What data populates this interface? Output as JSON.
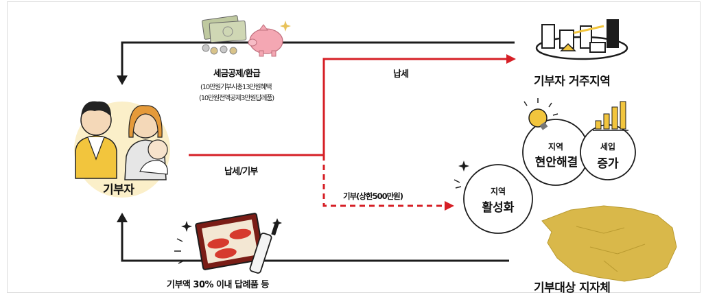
{
  "donor": {
    "label": "기부자"
  },
  "tax_benefit": {
    "title": "세금공제/환급",
    "line1": "(10만원기부시총13만원혜택",
    "line2": "(10만원전액공제3만원답례품)"
  },
  "residence": {
    "label": "기부자 거주지역",
    "arrow_label": "납세"
  },
  "flow": {
    "tax_and_donate": "납세/기부",
    "donate_limit": "기부(상한500만원)"
  },
  "target": {
    "label": "기부대상 지자체"
  },
  "gift": {
    "label": "기부액 30% 이내 답례품 등"
  },
  "effects": {
    "revitalize": {
      "small": "지역",
      "big": "활성화"
    },
    "solve": {
      "small": "지역",
      "big": "현안해결"
    },
    "tax_increase": {
      "small": "세입",
      "big": "증가"
    }
  },
  "colors": {
    "red": "#d61f26",
    "dark": "#1c1c1c",
    "yellow": "#f2c53d",
    "map": "#d9b84a",
    "money_green": "#bfc9a0",
    "pig_pink": "#f4a7b3"
  }
}
